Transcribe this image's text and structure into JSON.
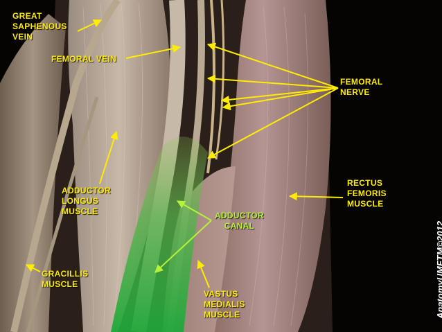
{
  "image": {
    "description_kind": "anatomical dissection photograph of the anterior thigh",
    "colors": {
      "label_yellow": "#ffec00",
      "label_green": "#b6f23a",
      "background": "#000000",
      "credit": "#ffffff"
    }
  },
  "labels": {
    "great_saphenous_vein": [
      "GREAT",
      "SAPHENOUS",
      "VEIN"
    ],
    "femoral_vein": [
      "FEMORAL VEIN"
    ],
    "femoral_nerve": [
      "FEMORAL",
      "NERVE"
    ],
    "adductor_longus_muscle": [
      "ADDUCTOR",
      "LONGUS",
      "MUSCLE"
    ],
    "adductor_canal": [
      "ADDUCTOR",
      "CANAL"
    ],
    "rectus_femoris_muscle": [
      "RECTUS",
      "FEMORIS",
      "MUSCLE"
    ],
    "gracilis_muscle": [
      "GRACILLIS",
      "MUSCLE"
    ],
    "vastus_medialis_muscle": [
      "VASTUS",
      "MEDIALIS",
      "MUSCLE"
    ]
  },
  "credit": "AnatomyUMFTM©2012"
}
